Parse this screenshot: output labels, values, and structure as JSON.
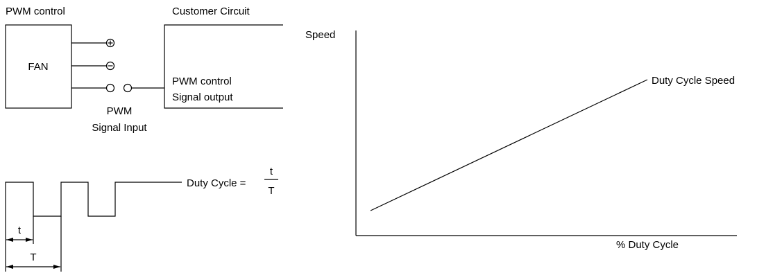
{
  "labels": {
    "pwm_control": "PWM control",
    "fan": "FAN",
    "plus_terminal": "⊕",
    "minus_terminal": "⊖",
    "customer_circuit": "Customer Circuit",
    "pwm_control_out": "PWM control",
    "signal_output": "Signal output",
    "pwm": "PWM",
    "signal_input": "Signal Input",
    "duty_cycle_eq": "Duty Cycle =",
    "frac_num": "t",
    "frac_den": "T",
    "t_small": "t",
    "t_big": "T"
  },
  "chart_data": {
    "type": "line",
    "xlabel": "% Duty Cycle",
    "ylabel": "Speed",
    "series": [
      {
        "name": "Duty Cycle Speed",
        "x": [
          0.05,
          1.0
        ],
        "y": [
          0.12,
          0.75
        ]
      }
    ]
  }
}
